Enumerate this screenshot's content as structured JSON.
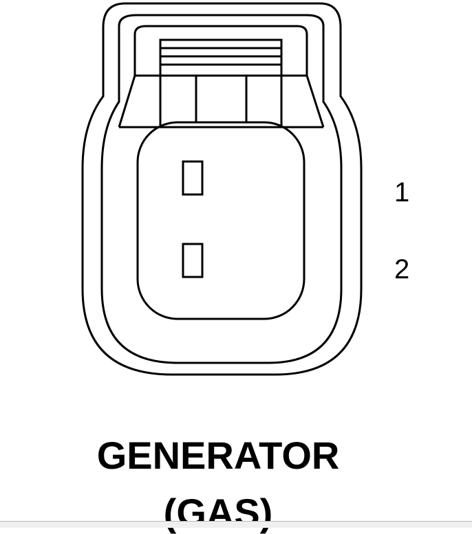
{
  "connector": {
    "pins": [
      {
        "number": "1"
      },
      {
        "number": "2"
      }
    ]
  },
  "caption": {
    "line1": "GENERATOR",
    "line2": "(GAS)"
  }
}
